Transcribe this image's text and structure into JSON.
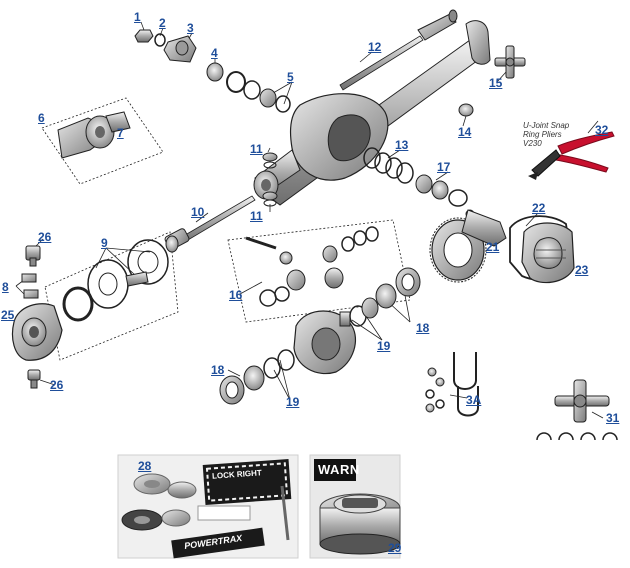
{
  "diagram": {
    "callouts": [
      "1",
      "2",
      "3",
      "4",
      "5",
      "6",
      "7",
      "8",
      "9",
      "10",
      "11",
      "11",
      "12",
      "13",
      "14",
      "15",
      "16",
      "17",
      "18",
      "18",
      "19",
      "19",
      "21",
      "22",
      "23",
      "25",
      "26",
      "26",
      "28",
      "29",
      "31",
      "32",
      "3A"
    ],
    "tool_caption": [
      "U-Joint Snap",
      "Ring Pliers",
      "V230"
    ],
    "photo_28_text": [
      "LOCK RIGHT",
      "POWERTRAX"
    ],
    "photo_29_text": [
      "WARN"
    ],
    "accent_color": "#1f4e9a",
    "line_color": "#222222",
    "pliers_handle_color": "#c8102e"
  }
}
